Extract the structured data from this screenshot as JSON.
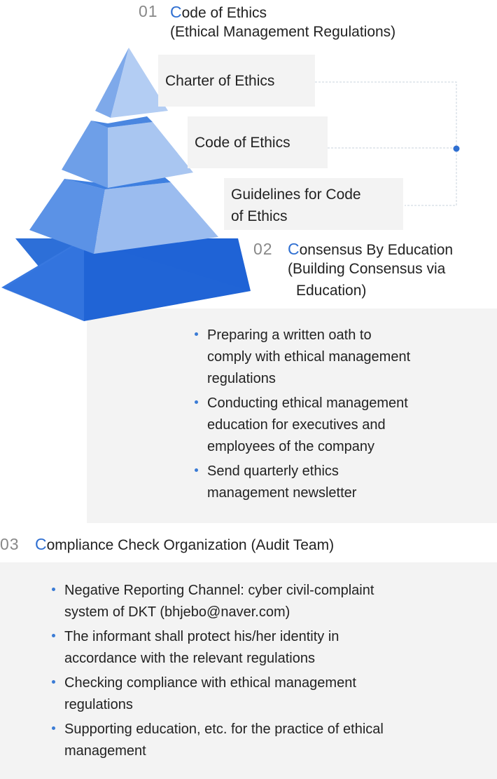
{
  "colors": {
    "accent": "#2f6fd1",
    "bullet": "#3a7bd5",
    "panel": "#f3f3f3",
    "connector": "#c9d3de"
  },
  "section1": {
    "number": "01",
    "title_first": "C",
    "title_rest": "ode of Ethics",
    "subtitle": "(Ethical Management Regulations)",
    "tiers": [
      {
        "lines": [
          "Charter of Ethics"
        ]
      },
      {
        "lines": [
          "Code of Ethics"
        ]
      },
      {
        "lines": [
          "Guidelines for Code",
          "of Ethics"
        ]
      }
    ]
  },
  "section2": {
    "number": "02",
    "title_first": "C",
    "title_rest": "onsensus By Education",
    "subtitle_lines": [
      "(Building Consensus via",
      "Education)"
    ],
    "items": [
      {
        "lines": [
          "Preparing a written oath to",
          "comply with ethical management",
          "regulations"
        ]
      },
      {
        "lines": [
          "Conducting ethical management",
          "education for executives and",
          "employees of the company"
        ]
      },
      {
        "lines": [
          "Send quarterly ethics",
          "management newsletter"
        ]
      }
    ]
  },
  "section3": {
    "number": "03",
    "title_first": "C",
    "title_rest": "ompliance Check Organization (Audit Team)",
    "items": [
      {
        "lines": [
          "Negative Reporting Channel: cyber civil-complaint",
          "system of DKT (bhjebo@naver.com)"
        ]
      },
      {
        "lines": [
          "The informant shall protect his/her identity in",
          "accordance with the relevant regulations"
        ]
      },
      {
        "lines": [
          "Checking compliance with ethical management",
          "regulations"
        ]
      },
      {
        "lines": [
          "Supporting education, etc. for the practice of ethical",
          "management"
        ]
      }
    ]
  }
}
